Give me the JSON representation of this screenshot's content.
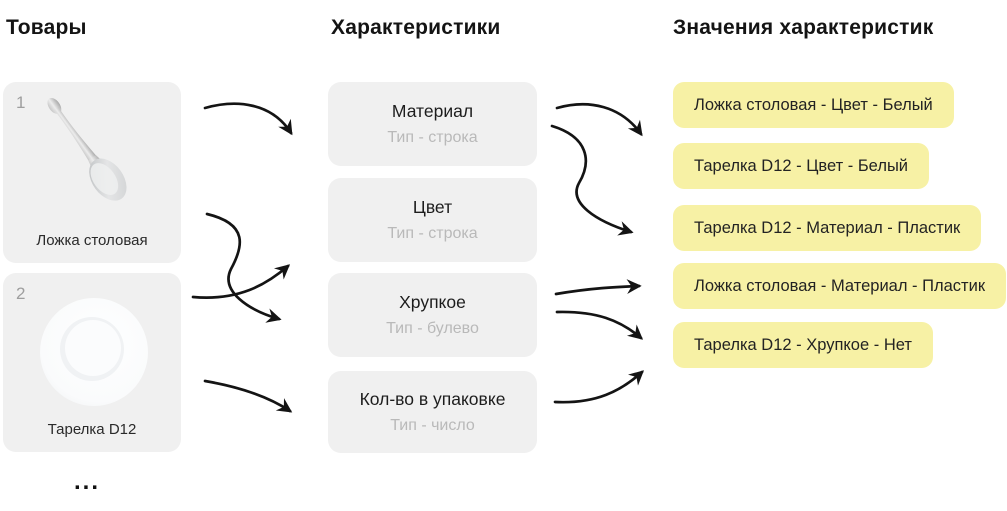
{
  "products": {
    "title": "Товары",
    "items": [
      {
        "index": "1",
        "label": "Ложка столовая",
        "image": "spoon"
      },
      {
        "index": "2",
        "label": "Тарелка D12",
        "image": "plate"
      }
    ],
    "more_indicator": "..."
  },
  "characteristics": {
    "title": "Характеристики",
    "items": [
      {
        "name": "Материал",
        "type": "Тип - строка"
      },
      {
        "name": "Цвет",
        "type": "Тип - строка"
      },
      {
        "name": "Хрупкое",
        "type": "Тип - булево"
      },
      {
        "name": "Кол-во в упаковке",
        "type": "Тип - число"
      }
    ]
  },
  "values": {
    "title": "Значения характеристик",
    "items": [
      {
        "label": "Ложка столовая - Цвет - Белый"
      },
      {
        "label": "Тарелка D12 - Цвет - Белый"
      },
      {
        "label": "Тарелка D12 - Материал - Пластик"
      },
      {
        "label": "Ложка столовая - Материал - Пластик"
      },
      {
        "label": "Тарелка D12 - Хрупкое - Нет"
      }
    ]
  },
  "colors": {
    "value_chip_background": "#f7f1a5",
    "card_background": "#f0f0f0",
    "text_primary": "#1d1d1d",
    "text_muted": "#b9b9b9",
    "arrow": "#141414"
  }
}
